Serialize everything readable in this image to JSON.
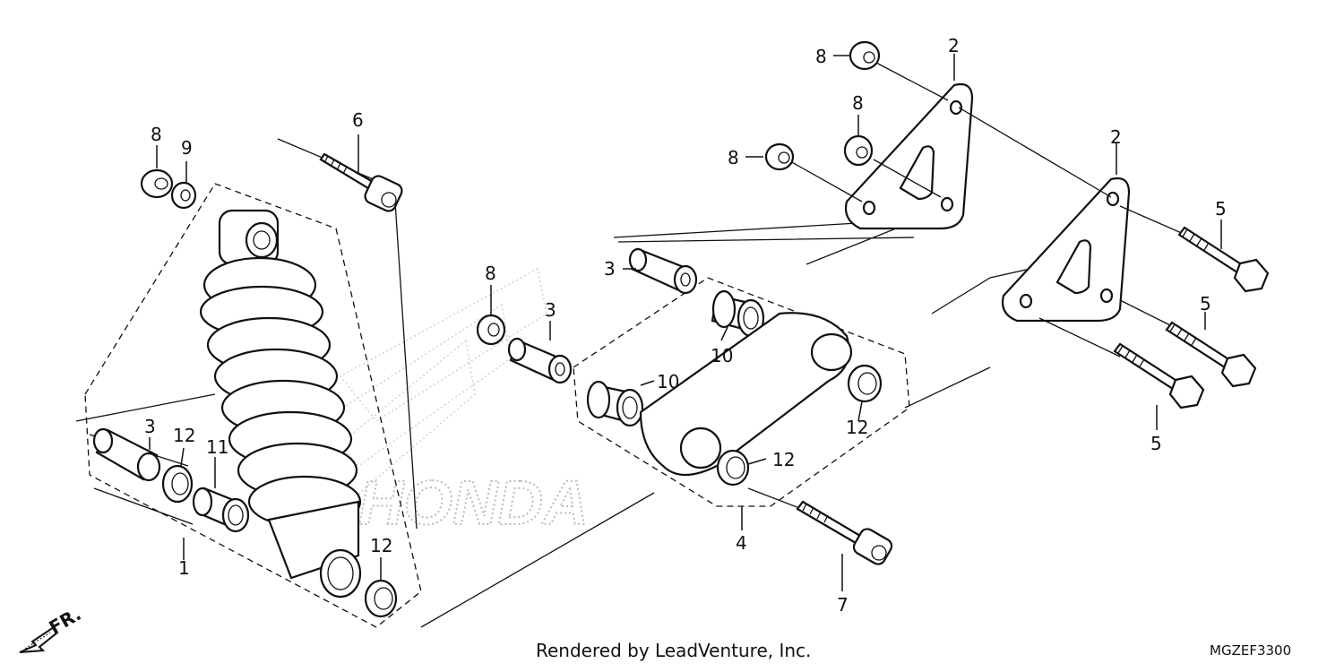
{
  "diagram": {
    "callouts": {
      "n1": "1",
      "n2a": "2",
      "n2b": "2",
      "n3a": "3",
      "n3b": "3",
      "n3c": "3",
      "n4": "4",
      "n5a": "5",
      "n5b": "5",
      "n5c": "5",
      "n6": "6",
      "n7": "7",
      "n8a": "8",
      "n8b": "8",
      "n8c": "8",
      "n8d": "8",
      "n8e": "8",
      "n9": "9",
      "n10a": "10",
      "n10b": "10",
      "n11": "11",
      "n12a": "12",
      "n12b": "12",
      "n12c": "12",
      "n12d": "12"
    },
    "watermark": "HONDA",
    "front_marker": "FR.",
    "footer": "Rendered by LeadVenture, Inc.",
    "code": "MGZEF3300",
    "colors": {
      "line": "#111111",
      "watermark": "#bbbbbb",
      "background": "#ffffff"
    }
  }
}
